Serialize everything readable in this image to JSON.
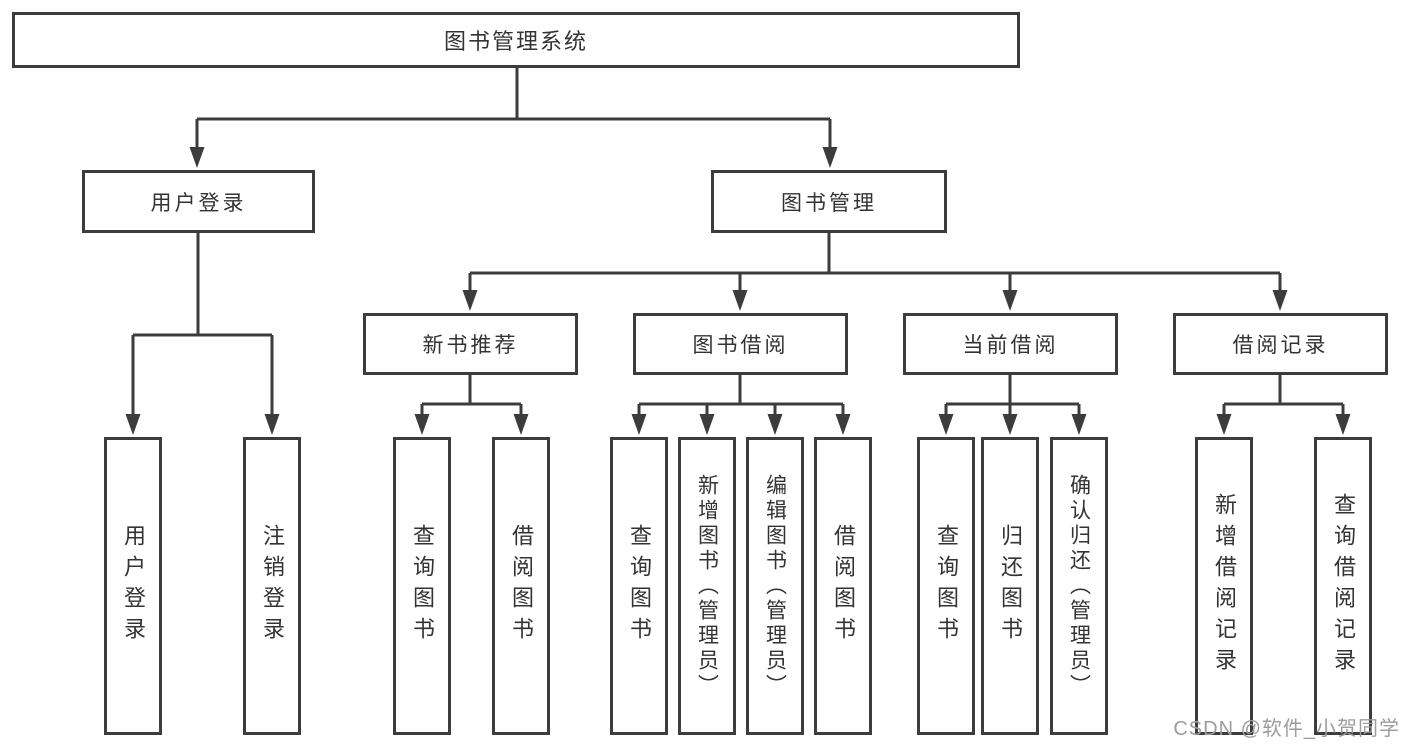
{
  "tree": {
    "root": {
      "label": "图书管理系统",
      "children": [
        {
          "label": "用户登录",
          "children": [
            {
              "label": "用户登录"
            },
            {
              "label": "注销登录"
            }
          ]
        },
        {
          "label": "图书管理",
          "children": [
            {
              "label": "新书推荐",
              "children": [
                {
                  "label": "查询图书"
                },
                {
                  "label": "借阅图书"
                }
              ]
            },
            {
              "label": "图书借阅",
              "children": [
                {
                  "label": "查询图书"
                },
                {
                  "label": "新增图书（管理员）"
                },
                {
                  "label": "编辑图书（管理员）"
                },
                {
                  "label": "借阅图书"
                }
              ]
            },
            {
              "label": "当前借阅",
              "children": [
                {
                  "label": "查询图书"
                },
                {
                  "label": "归还图书"
                },
                {
                  "label": "确认归还（管理员）"
                }
              ]
            },
            {
              "label": "借阅记录",
              "children": [
                {
                  "label": "新增借阅记录"
                },
                {
                  "label": "查询借阅记录"
                }
              ]
            }
          ]
        }
      ]
    }
  },
  "colors": {
    "line": "#3c3c3c",
    "box_border": "#3c3c3c",
    "text": "#333333",
    "background": "#ffffff",
    "watermark": "#9c9c9c"
  },
  "watermark": {
    "text": "CSDN @软件_小贺同学"
  }
}
